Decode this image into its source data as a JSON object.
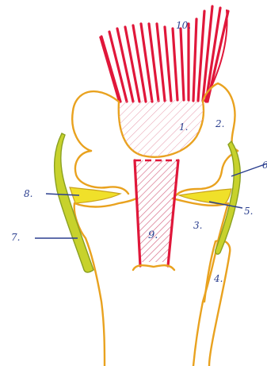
{
  "colors": {
    "bone_outline": "#e9a21f",
    "muscle_red": "#e0173a",
    "ligament_green": "#bfd12a",
    "meniscus_yellow": "#f0e02a",
    "label_blue": "#2b3f8f",
    "hatch": "#d66a86"
  },
  "labels": {
    "n1": "1.",
    "n2": "2.",
    "n3": "3.",
    "n4": "4.",
    "n5": "5.",
    "n6": "6",
    "n7": "7.",
    "n8": "8.",
    "n9": "9.",
    "n10": "10."
  }
}
